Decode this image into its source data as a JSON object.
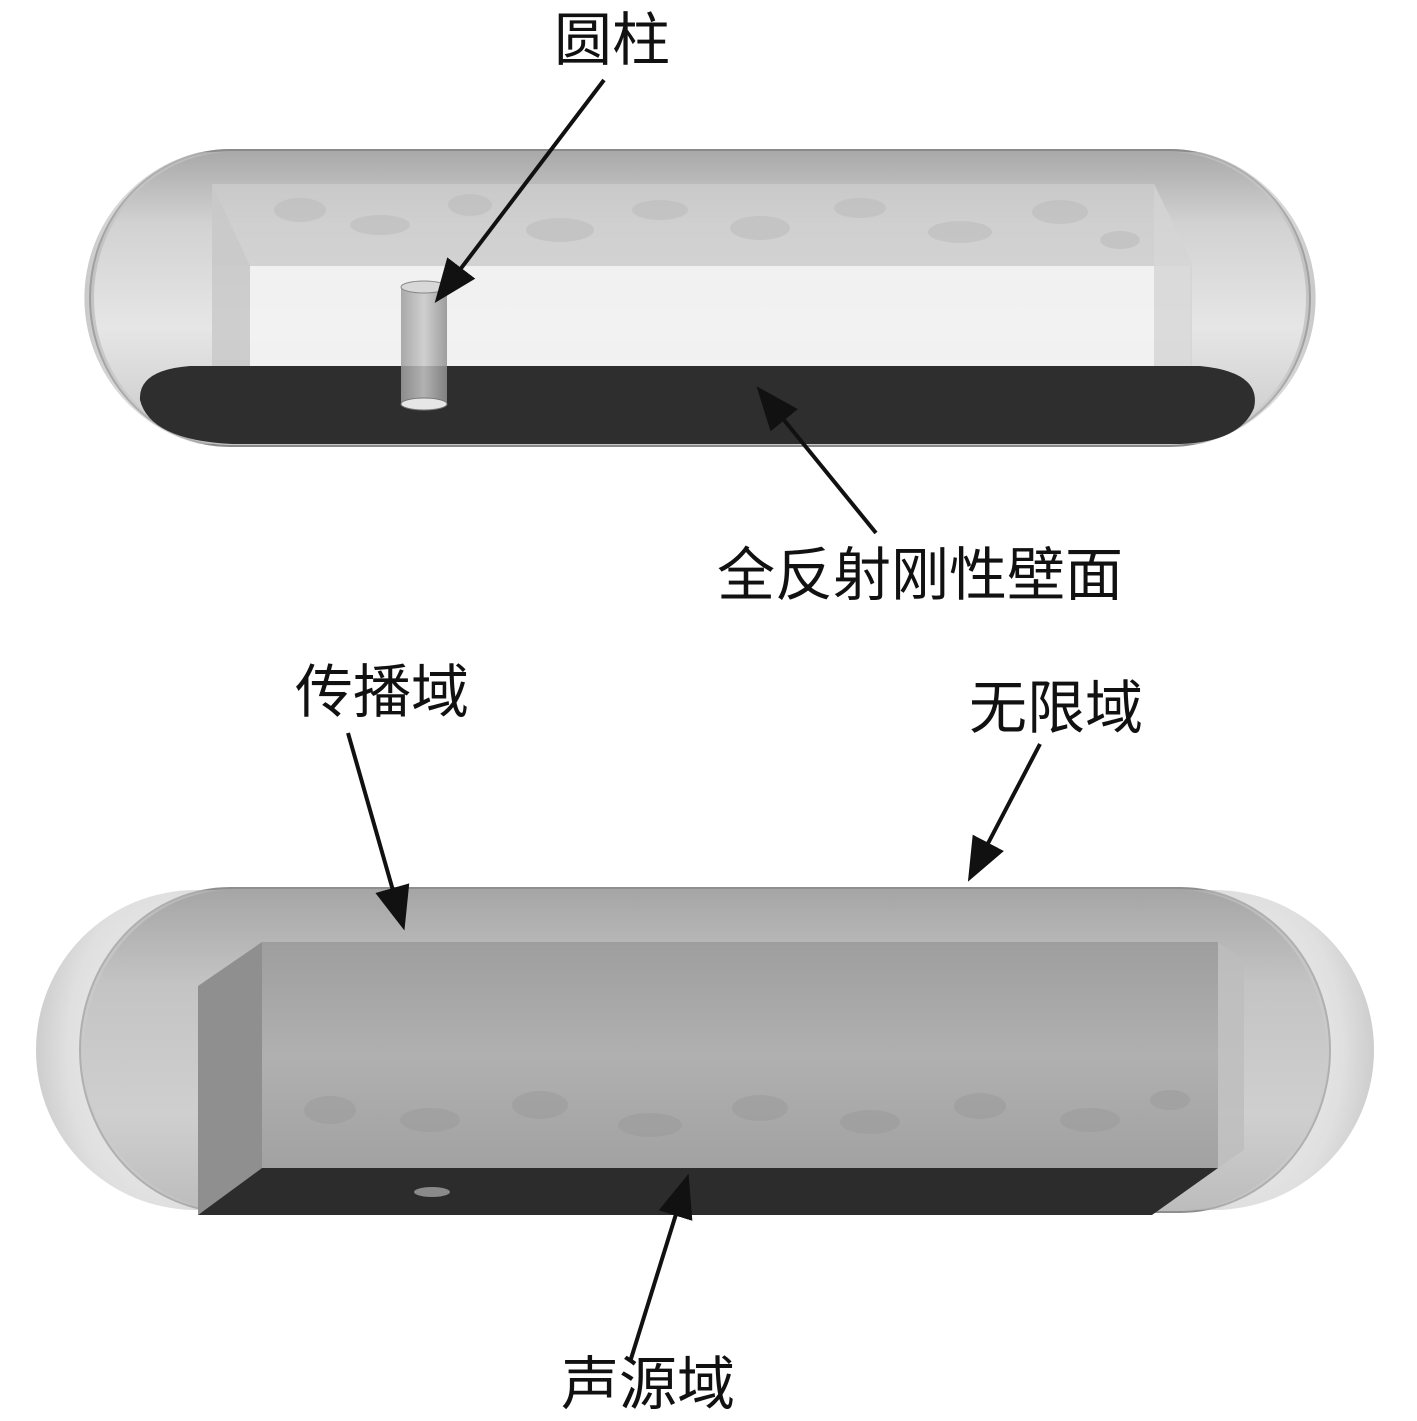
{
  "labels": {
    "cylinder": "圆柱",
    "rigid_wall": "全反射刚性壁面",
    "propagation_domain": "传播域",
    "infinite_domain": "无限域",
    "source_domain": "声源域"
  },
  "colors": {
    "background": "#ffffff",
    "shell": "#b9b9b9",
    "shell_edge": "#8a8a8a",
    "box_face": "#a9a9a9",
    "floor": "#2e2e2e",
    "arrow": "#111111"
  }
}
